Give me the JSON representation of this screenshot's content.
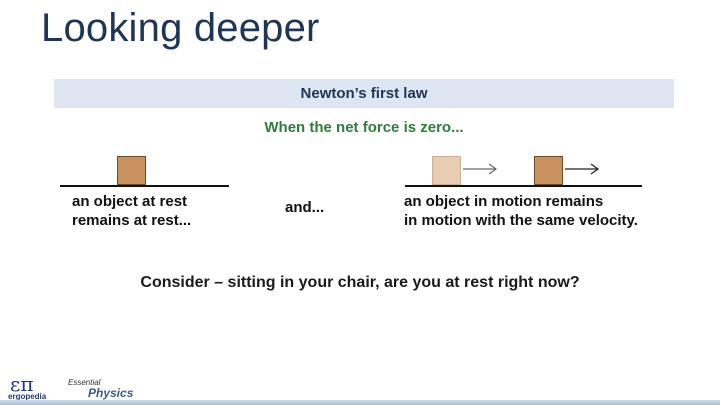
{
  "slide": {
    "title": "Looking deeper",
    "question": "Consider – sitting in your chair, are you at rest right now?"
  },
  "figure": {
    "law_title": "Newton’s first law",
    "condition": "When the net force is zero...",
    "rest_caption_line1": "an object at rest",
    "rest_caption_line2": "remains at rest...",
    "connector": "and...",
    "motion_caption_line1": "an object in motion remains",
    "motion_caption_line2": "in motion with the same velocity."
  },
  "colors": {
    "title": "#1f3554",
    "condition_green": "#2e7d3a",
    "banner_bg": "#dfe6f3",
    "box_brown": "#c8935e",
    "box_ghost": "#e6cdb3"
  },
  "logos": {
    "ep_symbol": "επ",
    "ep_word": "ergopedia",
    "essential": "Essential",
    "physics": "Physics"
  }
}
